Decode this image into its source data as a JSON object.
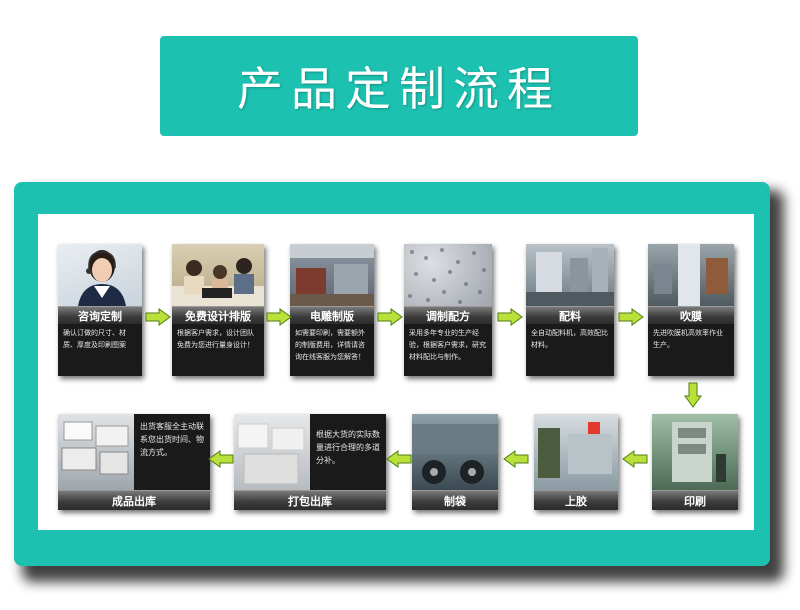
{
  "title": "产品定制流程",
  "colors": {
    "teal": "#1cc1b0",
    "arrow": "#b9e13a",
    "label_bar": "#3b3b3b"
  },
  "steps": [
    {
      "label": "咨询定制",
      "desc": "确认订做的尺寸、材质、厚度及印刷图案"
    },
    {
      "label": "免费设计排版",
      "desc": "根据客户需求，设计团队免费为您进行量身设计！"
    },
    {
      "label": "电雕制版",
      "desc": "如需要印刷，需要额外的制版费用，详情请咨询在线客服为您解答！"
    },
    {
      "label": "调制配方",
      "desc": "采用多年专业的生产经验，根据客户需求，研究材料配比与制作。"
    },
    {
      "label": "配料",
      "desc": "全自动配料机，高效配比材料。"
    },
    {
      "label": "吹膜",
      "desc": "先进吹膜机高效率作业生产。"
    },
    {
      "label": "印刷",
      "desc": ""
    },
    {
      "label": "上胶",
      "desc": ""
    },
    {
      "label": "制袋",
      "desc": ""
    },
    {
      "label": "打包出库",
      "desc": "根据大货的实际数量进行合理的多道分补。"
    },
    {
      "label": "成品出库",
      "desc": "出货客服全主动联系您出货时间、物流方式。"
    }
  ]
}
